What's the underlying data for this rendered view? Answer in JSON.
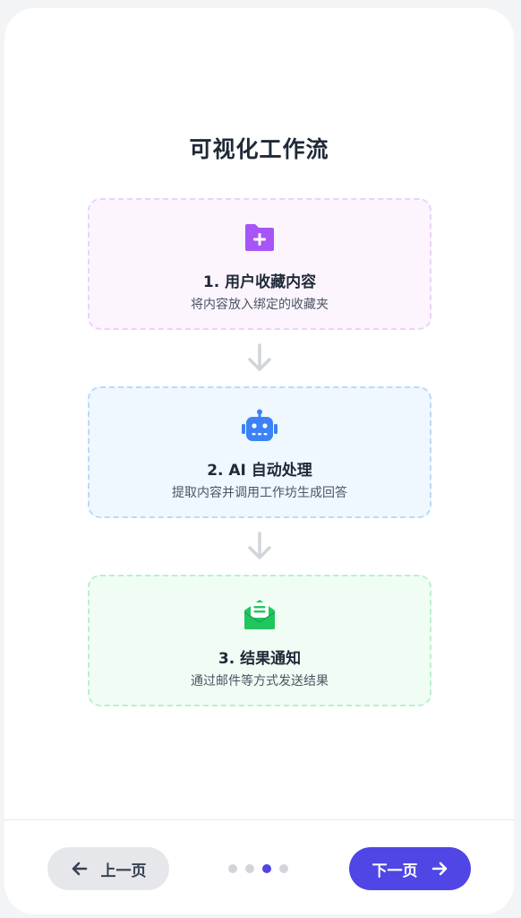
{
  "page": {
    "title": "可视化工作流"
  },
  "steps": [
    {
      "title": "1. 用户收藏内容",
      "description": "将内容放入绑定的收藏夹",
      "icon": "folder-plus-icon",
      "color": "#a855f7"
    },
    {
      "title": "2. AI 自动处理",
      "description": "提取内容并调用工作坊生成回答",
      "icon": "robot-icon",
      "color": "#3b82f6"
    },
    {
      "title": "3. 结果通知",
      "description": "通过邮件等方式发送结果",
      "icon": "envelope-open-icon",
      "color": "#22c55e"
    }
  ],
  "navigation": {
    "prev_label": "上一页",
    "next_label": "下一页",
    "total_pages": 4,
    "current_page": 3
  },
  "colors": {
    "accent": "#4f46e5",
    "text": "#1f2937"
  }
}
